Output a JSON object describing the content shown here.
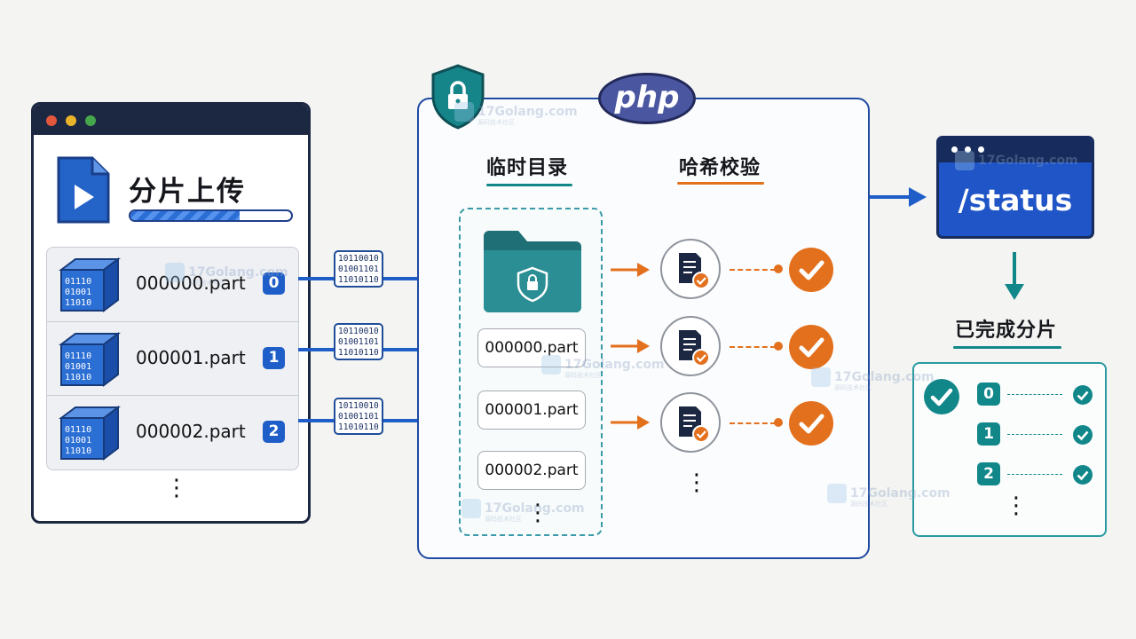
{
  "upload": {
    "title": "分片上传",
    "progress": 0.68,
    "chunks": [
      {
        "name": "000000.part",
        "index": "0",
        "bits": [
          "10110010",
          "01001101",
          "11010110"
        ],
        "cube_bits": [
          "01110",
          "01001",
          "11010"
        ]
      },
      {
        "name": "000001.part",
        "index": "1",
        "bits": [
          "10110010",
          "01001101",
          "11010110"
        ],
        "cube_bits": [
          "01110",
          "01001",
          "11010"
        ]
      },
      {
        "name": "000002.part",
        "index": "2",
        "bits": [
          "10110010",
          "01001101",
          "11010110"
        ],
        "cube_bits": [
          "01110",
          "01001",
          "11010"
        ]
      }
    ],
    "more": "⋮"
  },
  "server": {
    "logo": "php",
    "temp_dir_title": "临时目录",
    "hash_title": "哈希校验",
    "temp_files": [
      "000000.part",
      "000001.part",
      "000002.part"
    ],
    "more": "⋮"
  },
  "status": {
    "endpoint": "/status",
    "done_title": "已完成分片",
    "done_indices": [
      "0",
      "1",
      "2"
    ],
    "more": "⋮"
  },
  "watermark": {
    "text": "17Golang.com",
    "sub": "源码技术社区"
  },
  "colors": {
    "navy": "#1c2742",
    "blue": "#1f5ec8",
    "teal": "#11878a",
    "orange": "#e3701d",
    "php_purple": "#4a56a0"
  }
}
